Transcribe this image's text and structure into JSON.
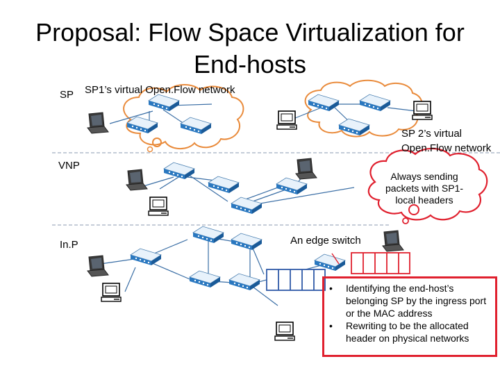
{
  "title": {
    "line1": "Proposal: Flow Space Virtualization for",
    "line2": "End-hosts"
  },
  "labels": {
    "sp": "SP",
    "sp1_network": "SP1’s virtual Open.Flow network",
    "sp2_network_line1": "SP 2’s virtual",
    "sp2_network_line2": "Open.Flow network",
    "vnp": "VNP",
    "inp": "In.P",
    "edge_switch": "An edge switch"
  },
  "cloud_note": {
    "line1": "Always sending",
    "line2": "packets with SP1-",
    "line3": "local headers"
  },
  "callout": {
    "bullet_symbol": "•",
    "items": [
      "Identifying  the end-host’s belonging SP by the ingress port or the MAC address",
      "Rewriting to be the allocated header on physical networks"
    ]
  },
  "colors": {
    "cloud_stroke": "#e98a3a",
    "callout_border": "#e0202e",
    "cloud_note_stroke": "#e0202e",
    "switch_body": "#d8eaf6",
    "switch_edge": "#2a78c0",
    "link": "#3a6ea5",
    "divider": "#8a98b0",
    "queue": "#2f5aa8",
    "queue_red": "#e0202e"
  }
}
